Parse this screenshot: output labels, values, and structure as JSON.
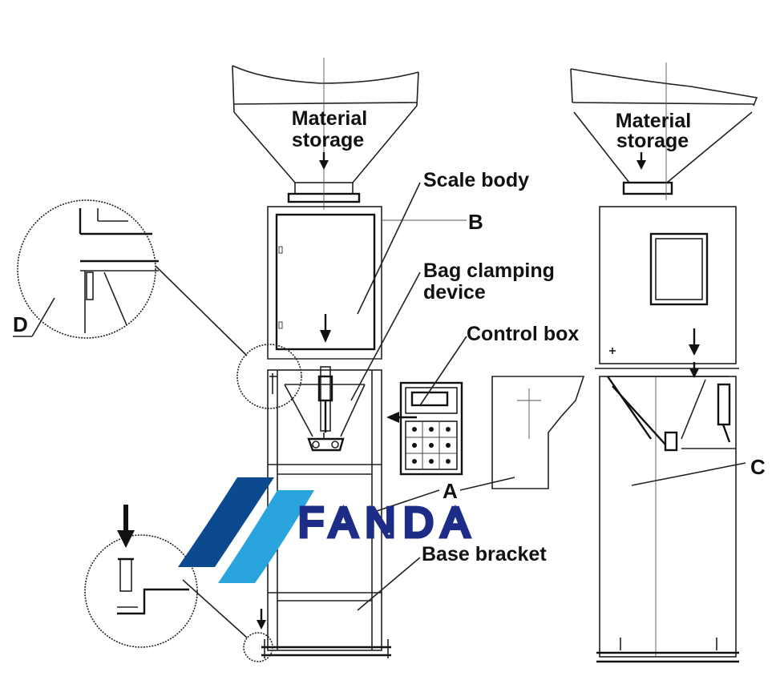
{
  "labels": {
    "material_storage_left_1": "Material",
    "material_storage_left_2": "storage",
    "material_storage_right_1": "Material",
    "material_storage_right_2": "storage",
    "scale_body": "Scale body",
    "bag_clamping_1": "Bag clamping",
    "bag_clamping_2": "device",
    "control_box": "Control box",
    "base_bracket": "Base bracket",
    "letter_a": "A",
    "letter_b": "B",
    "letter_c": "C",
    "letter_d": "D"
  },
  "logo": {
    "text": "FANDA",
    "colors": {
      "dark_blue": "#0b4a8e",
      "light_blue": "#2aa4dc",
      "text": "#1d2c86"
    }
  }
}
